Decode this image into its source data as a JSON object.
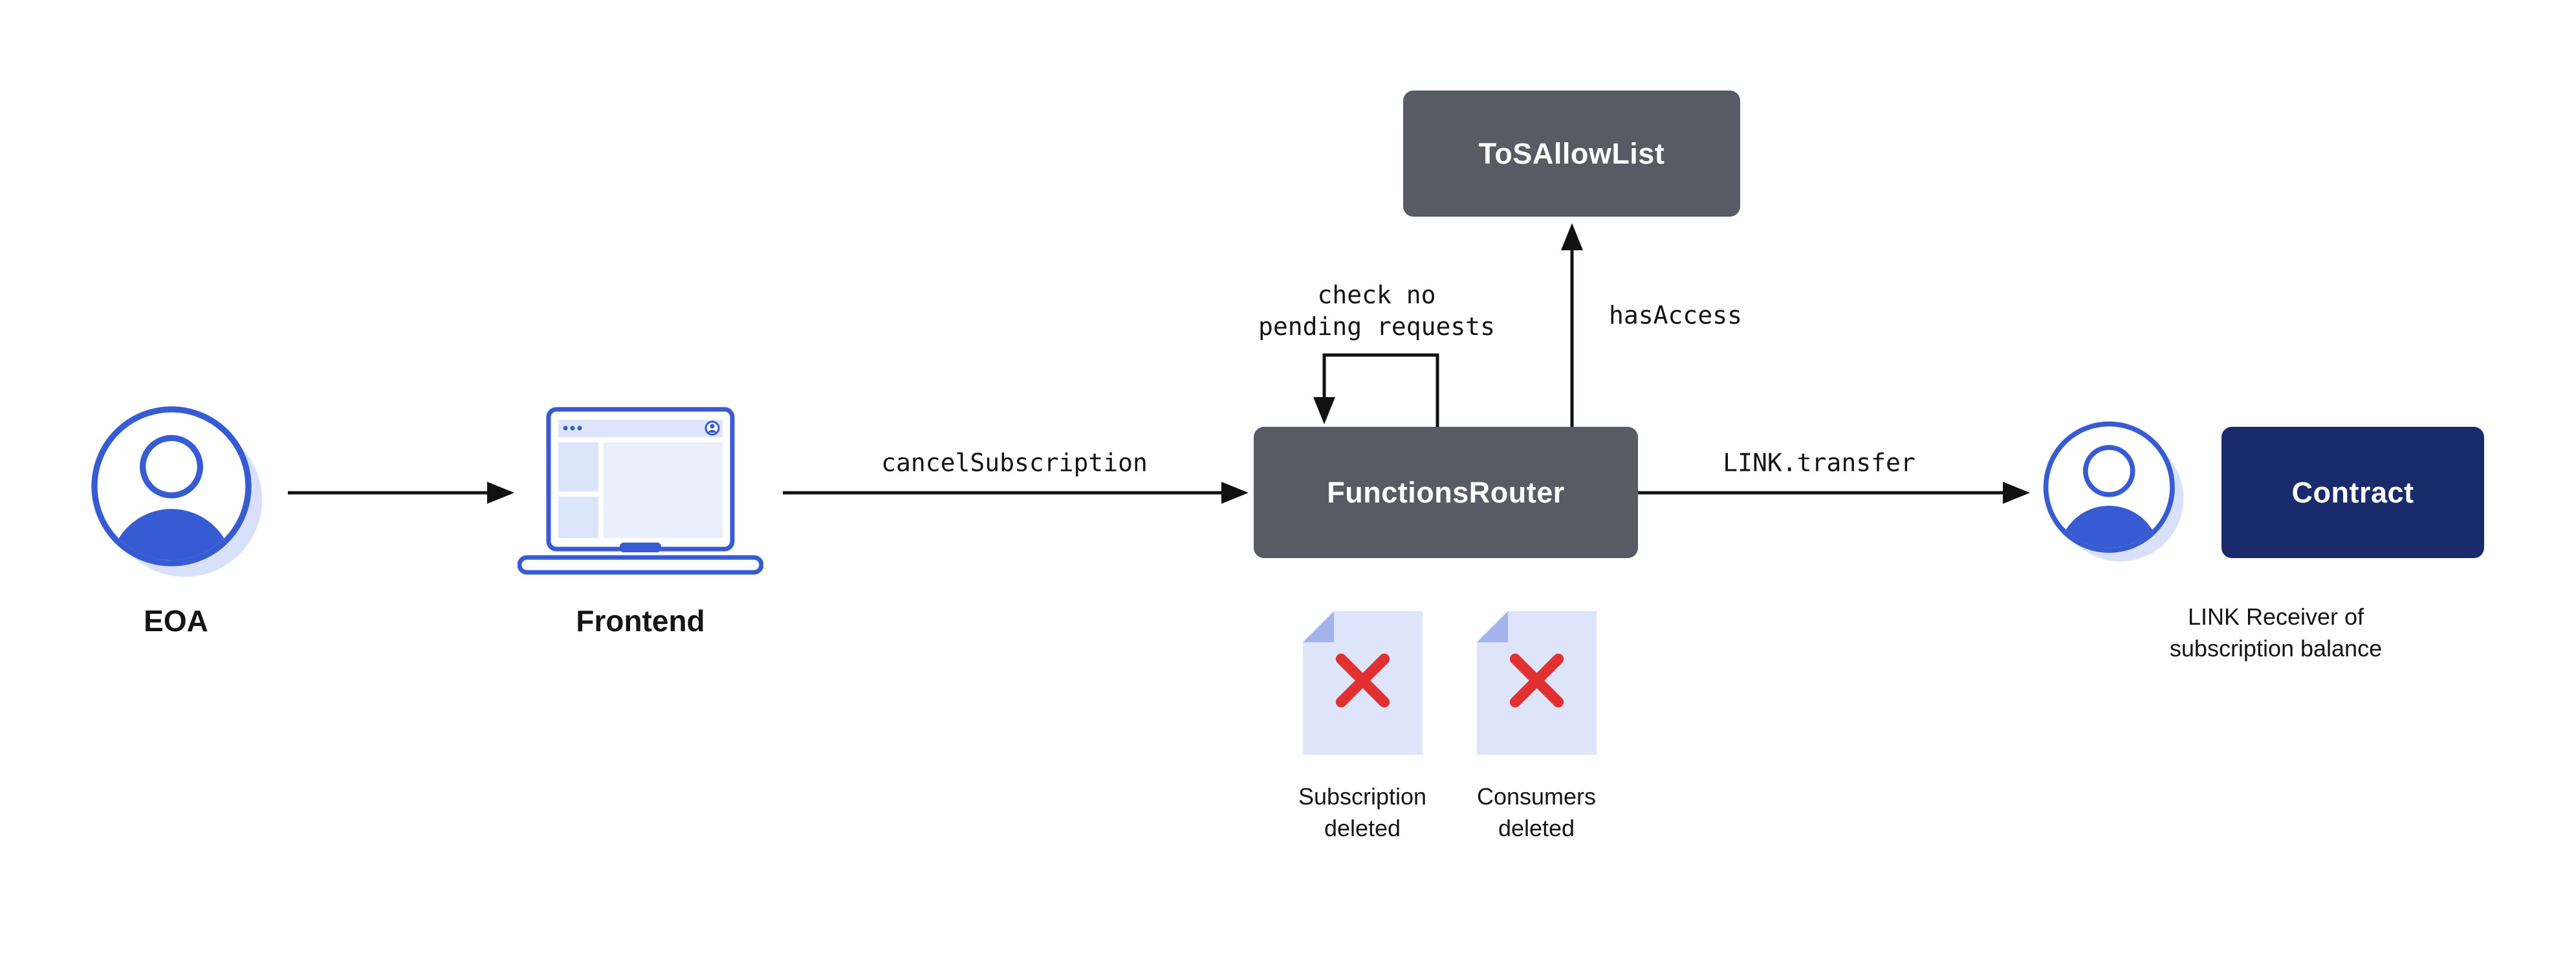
{
  "nodes": {
    "eoa": {
      "label": "EOA"
    },
    "frontend": {
      "label": "Frontend"
    },
    "functions_router": {
      "label": "FunctionsRouter"
    },
    "tos_allow_list": {
      "label": "ToSAllowList"
    },
    "contract": {
      "label": "Contract"
    },
    "link_receiver": {
      "line1": "LINK Receiver of",
      "line2": "subscription balance"
    }
  },
  "edges": {
    "cancel_subscription": {
      "label": "cancelSubscription"
    },
    "check_loop": {
      "line1": "check no",
      "line2": "pending requests"
    },
    "has_access": {
      "label": "hasAccess"
    },
    "link_transfer": {
      "label": "LINK.transfer"
    }
  },
  "documents": [
    {
      "line1": "Subscription",
      "line2": "deleted"
    },
    {
      "line1": "Consumers",
      "line2": "deleted"
    }
  ],
  "colors": {
    "box_gray": "#565b64",
    "box_navy": "#1a2b6b",
    "accent_blue": "#375bd2",
    "avatar_shadow": "#d9e0fa",
    "panel_fill": "#dde5fa",
    "panel_light": "#eaeffc",
    "doc_fill": "#dee4f9",
    "doc_fold": "#a6b4ee",
    "cross_red": "#e23030",
    "text_dark": "#141414",
    "line_black": "#111111"
  }
}
